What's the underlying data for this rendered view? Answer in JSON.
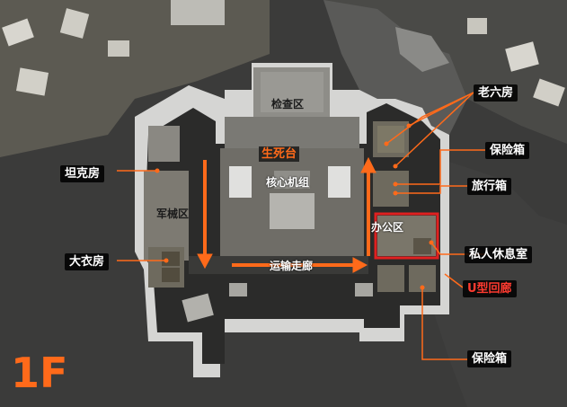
{
  "floor": "1F",
  "areas": {
    "checkpoint": "检查区",
    "life_death": "生死台",
    "core_unit": "核心机组",
    "armory": "军械区",
    "office": "办公区",
    "transport": "运输走廊"
  },
  "callouts": {
    "old_six_room": "老六房",
    "safe_top": "保险箱",
    "travel_box": "旅行箱",
    "tank_room": "坦克房",
    "private_lounge": "私人休息室",
    "coat_room": "大衣房",
    "u_corridor": "U型回廊",
    "safe_bottom": "保险箱"
  },
  "colors": {
    "accent": "#ff6a1a",
    "highlight_red": "#e02020",
    "background": "#3d3d3c",
    "floor_tile": "#6e6b64",
    "wall": "#cfcfcf"
  }
}
